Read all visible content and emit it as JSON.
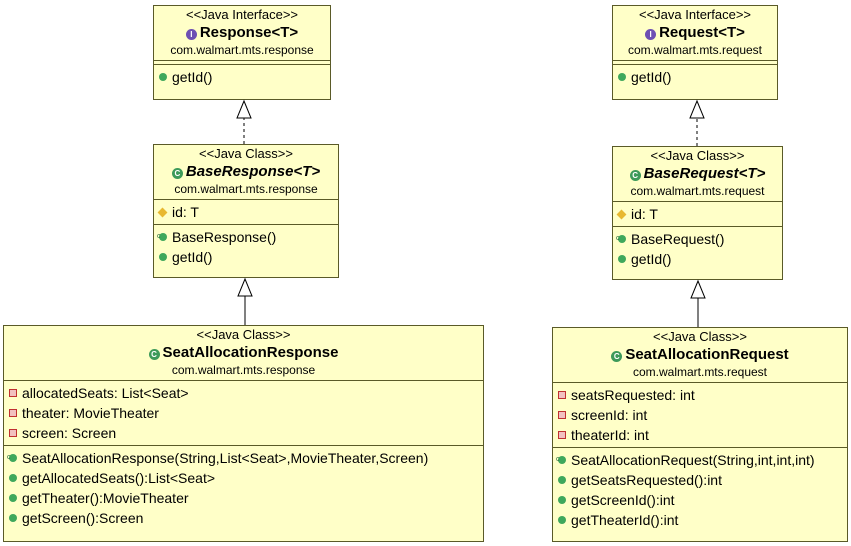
{
  "response_interface": {
    "stereotype": "<<Java Interface>>",
    "name": "Response<T>",
    "package": "com.walmart.mts.response",
    "methods": [
      "getId()"
    ]
  },
  "request_interface": {
    "stereotype": "<<Java Interface>>",
    "name": "Request<T>",
    "package": "com.walmart.mts.request",
    "methods": [
      "getId()"
    ]
  },
  "base_response": {
    "stereotype": "<<Java Class>>",
    "name": "BaseResponse<T>",
    "package": "com.walmart.mts.response",
    "fields": [
      "id: T"
    ],
    "methods": [
      "BaseResponse()",
      "getId()"
    ]
  },
  "base_request": {
    "stereotype": "<<Java Class>>",
    "name": "BaseRequest<T>",
    "package": "com.walmart.mts.request",
    "fields": [
      "id: T"
    ],
    "methods": [
      "BaseRequest()",
      "getId()"
    ]
  },
  "seat_allocation_response": {
    "stereotype": "<<Java Class>>",
    "name": "SeatAllocationResponse",
    "package": "com.walmart.mts.response",
    "fields": [
      "allocatedSeats: List<Seat>",
      "theater: MovieTheater",
      "screen: Screen"
    ],
    "methods": [
      "SeatAllocationResponse(String,List<Seat>,MovieTheater,Screen)",
      "getAllocatedSeats():List<Seat>",
      "getTheater():MovieTheater",
      "getScreen():Screen"
    ]
  },
  "seat_allocation_request": {
    "stereotype": "<<Java Class>>",
    "name": "SeatAllocationRequest",
    "package": "com.walmart.mts.request",
    "fields": [
      "seatsRequested: int",
      "screenId: int",
      "theaterId: int"
    ],
    "methods": [
      "SeatAllocationRequest(String,int,int,int)",
      "getSeatsRequested():int",
      "getScreenId():int",
      "getTheaterId():int"
    ]
  },
  "colors": {
    "box_fill": "#ffffc8",
    "box_border": "#5a5a28"
  }
}
